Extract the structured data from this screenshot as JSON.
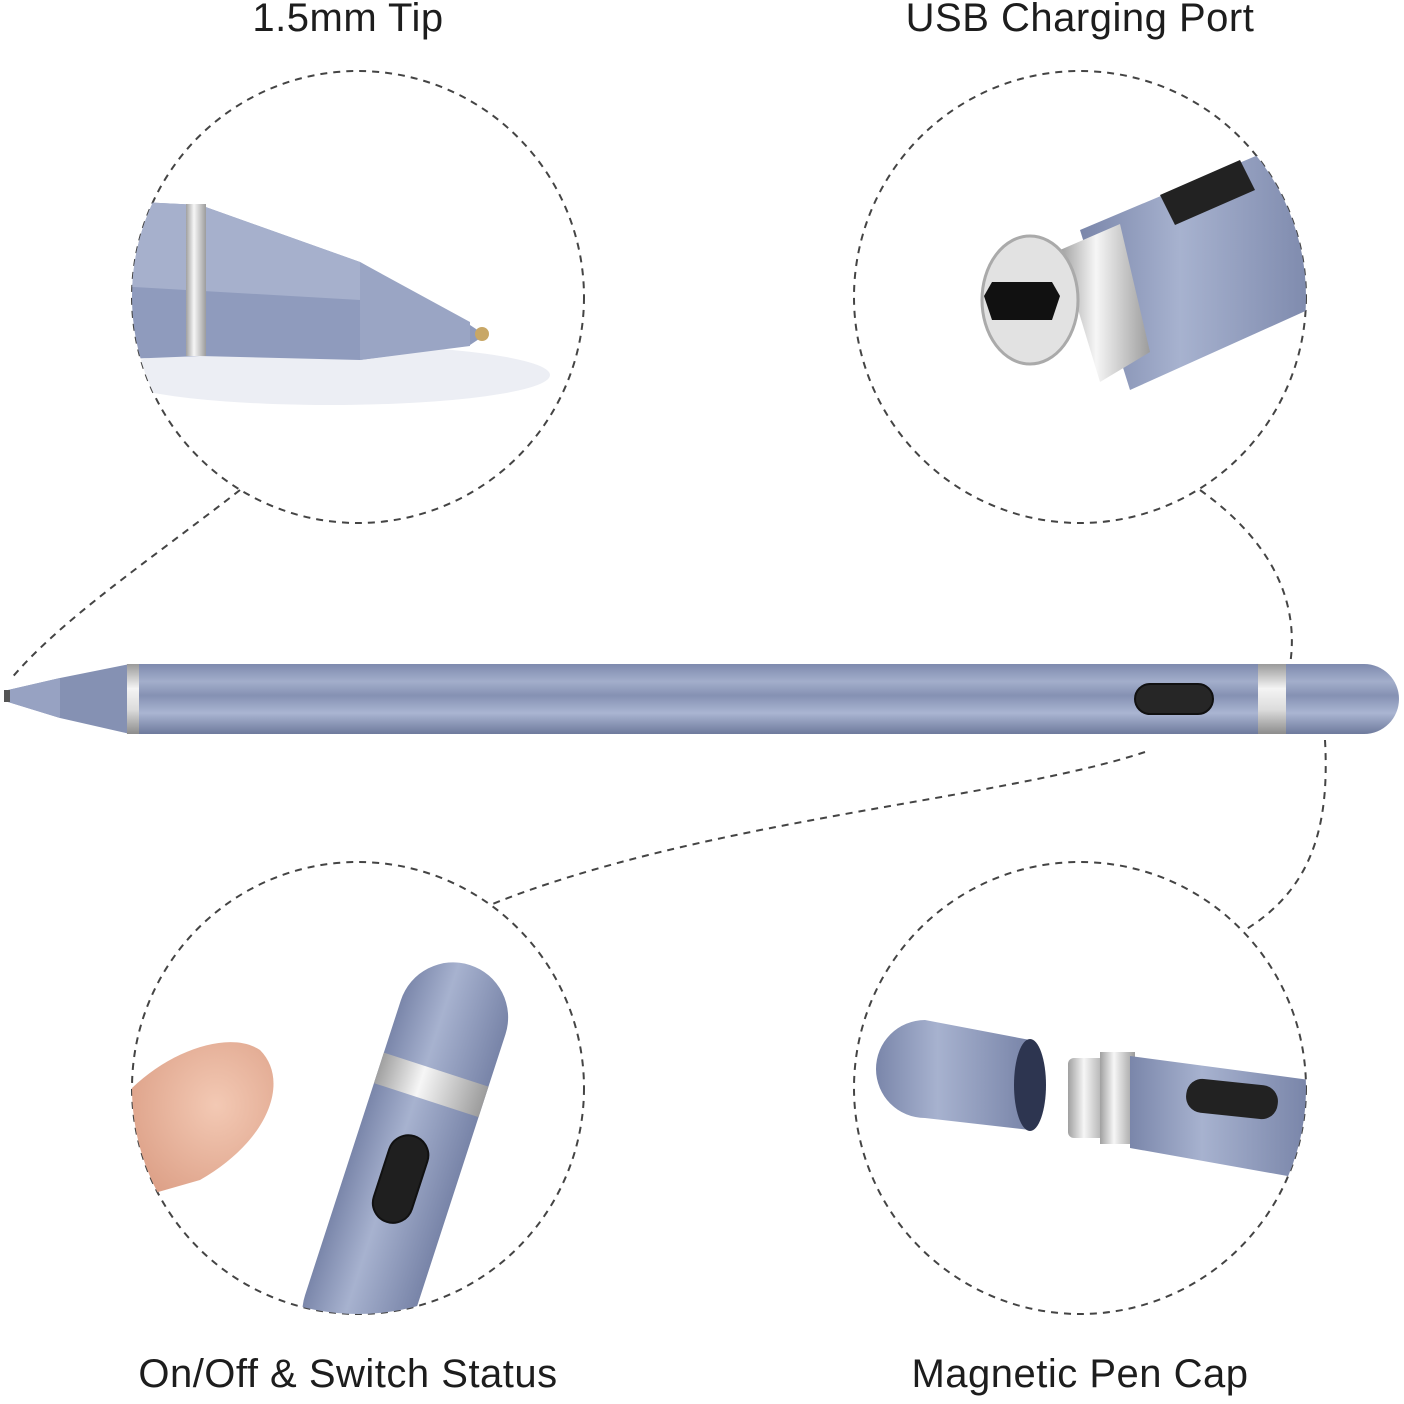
{
  "labels": {
    "tip": "1.5mm Tip",
    "usb": "USB Charging Port",
    "switch": "On/Off & Switch Status",
    "cap": "Magnetic Pen Cap"
  },
  "colors": {
    "pen_body": "#8e9bbd",
    "pen_dark": "#6f7b9d",
    "pen_light": "#b4bfd9",
    "silver": "#d6d6d6",
    "button": "#2a2a2a",
    "dash": "#444444",
    "text": "#1d1d1d",
    "skin": "#e9b39c"
  }
}
